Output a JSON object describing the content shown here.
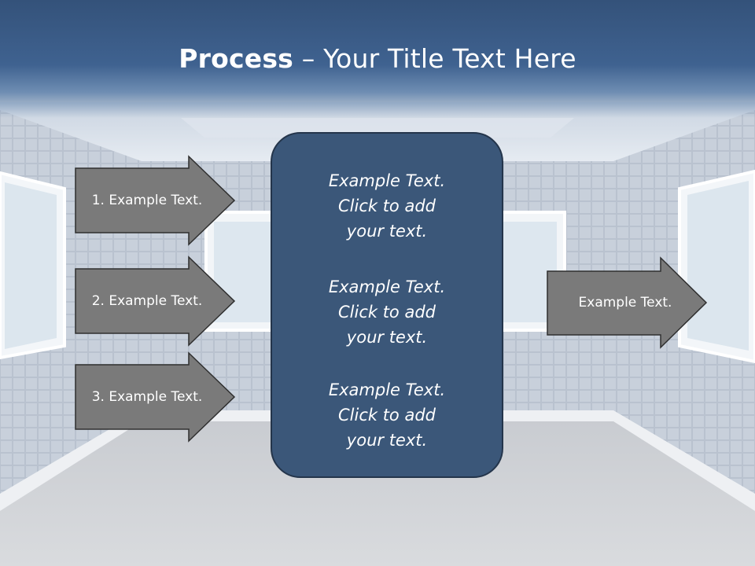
{
  "title": {
    "bold": "Process",
    "rest": " – Your Title Text Here"
  },
  "left_arrows": [
    {
      "label": "1. Example Text."
    },
    {
      "label": "2. Example Text."
    },
    {
      "label": "3. Example Text."
    }
  ],
  "center_blocks": [
    {
      "line1": "Example Text.",
      "line2": "Click  to add",
      "line3": "your text."
    },
    {
      "line1": "Example Text.",
      "line2": "Click  to add",
      "line3": "your text."
    },
    {
      "line1": "Example Text.",
      "line2": "Click  to add",
      "line3": "your text."
    }
  ],
  "right_arrow": {
    "label": "Example Text."
  },
  "colors": {
    "title_bar": "#3f6290",
    "center_box": "#3b5779",
    "arrow_fill": "#7a7a7a",
    "arrow_stroke": "#2f2f2f",
    "text": "#ffffff"
  },
  "icons": [
    "right-arrow-shape"
  ]
}
